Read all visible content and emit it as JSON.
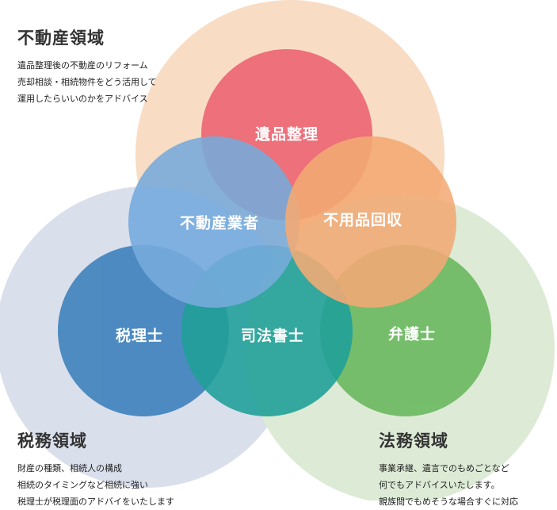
{
  "colors": {
    "realestate_domain": "#f9dcc4",
    "tax_domain": "#dadfec",
    "legal_domain": "#ddebd6",
    "estate_cleanup": "#ea5a6b",
    "real_estate_agent": "#6ea6dc",
    "junk_collection": "#f3a56e",
    "tax_accountant": "#2f79b8",
    "judicial_scrivener": "#129a93",
    "lawyer": "#5fb454",
    "text": "#333333"
  },
  "circles": {
    "estate_cleanup": "遺品整理",
    "real_estate_agent": "不動産業者",
    "junk_collection": "不用品回収",
    "tax_accountant": "税理士",
    "judicial_scrivener": "司法書士",
    "lawyer": "弁護士"
  },
  "domains": {
    "realestate": {
      "title": "不動産領域",
      "lines": [
        "遺品整理後の不動産のリフォーム",
        "売却相談・相続物件をどう活用して",
        "運用したらいいのかをアドバイス"
      ]
    },
    "tax": {
      "title": "税務領域",
      "lines": [
        "財産の種類、相続人の構成",
        "相続のタイミングなど相続に強い",
        "税理士が税理面のアドバイをいたします"
      ]
    },
    "legal": {
      "title": "法務領域",
      "lines": [
        "事業承継、遺言でのもめごとなど",
        "何でもアドバイスいたします。",
        "親族間でもめそうな場合すぐに対応"
      ]
    }
  }
}
